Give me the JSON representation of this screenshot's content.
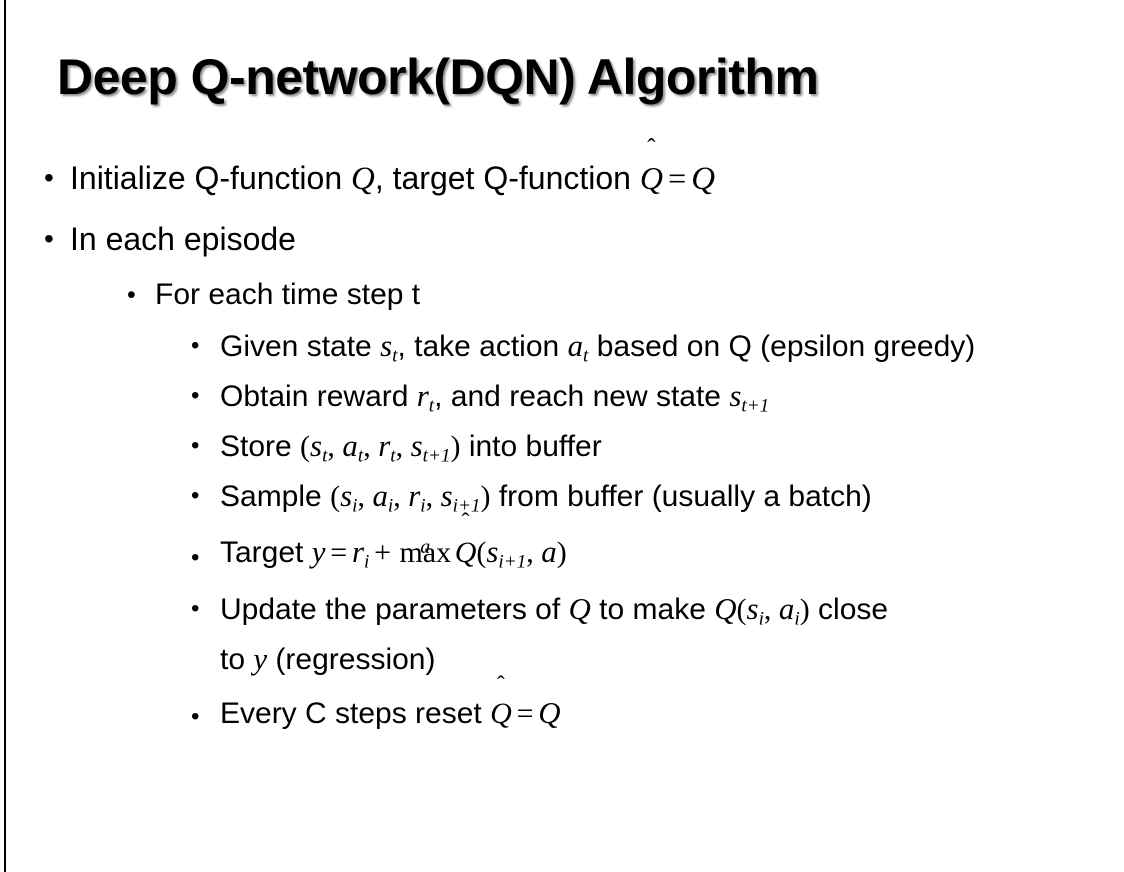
{
  "slide": {
    "title": "Deep Q-network(DQN) Algorithm",
    "bullet_glyph": "•",
    "background_color": "#ffffff",
    "text_color": "#000000",
    "border_color": "#000000",
    "items": [
      {
        "level": 1,
        "name": "bullet-initialize",
        "plain_text": "Initialize Q-function Q, target Q-function Q̂ = Q",
        "segments": {
          "t1": "Initialize Q-function ",
          "m1": "Q",
          "t2": ", target Q-function ",
          "hat": "̂",
          "m2": "Q",
          "eq": "=",
          "m3": "Q"
        }
      },
      {
        "level": 1,
        "name": "bullet-in-each-episode",
        "plain_text": "In each episode",
        "segments": {
          "t1": "In each episode"
        }
      },
      {
        "level": 2,
        "name": "bullet-for-each-time-step",
        "plain_text": "For each time step t",
        "segments": {
          "t1": "For each time step t"
        }
      },
      {
        "level": 3,
        "name": "bullet-given-state",
        "plain_text": "Given state s_t, take action a_t based on Q (epsilon greedy)",
        "segments": {
          "t1": "Given state ",
          "m1": "s",
          "sub1": "t",
          "t2": ", take action ",
          "m2": "a",
          "sub2": "t",
          "t3": " based on Q (epsilon greedy)"
        }
      },
      {
        "level": 3,
        "name": "bullet-obtain-reward",
        "plain_text": "Obtain reward r_t, and reach new state s_t+1",
        "segments": {
          "t1": "Obtain reward ",
          "m1": "r",
          "sub1": "t",
          "t2": ", and reach new state ",
          "m2": "s",
          "sub2": "t+1"
        }
      },
      {
        "level": 3,
        "name": "bullet-store-buffer",
        "plain_text": "Store (s_t, a_t, r_t, s_t+1) into buffer",
        "segments": {
          "t1": "Store ",
          "open": "(",
          "m1": "s",
          "sub1": "t",
          "m2": "a",
          "sub2": "t",
          "m3": "r",
          "sub3": "t",
          "m4": "s",
          "sub4": "t+1",
          "close": ")",
          "t2": " into buffer"
        }
      },
      {
        "level": 3,
        "name": "bullet-sample-buffer",
        "plain_text": "Sample (s_i, a_i, r_i, s_i+1) from buffer (usually a batch)",
        "segments": {
          "t1": "Sample ",
          "open": "(",
          "m1": "s",
          "sub1": "i",
          "m2": "a",
          "sub2": "i",
          "m3": "r",
          "sub3": "i",
          "m4": "s",
          "sub4": "i+1",
          "close": ")",
          "t2": " from buffer (usually a batch)"
        }
      },
      {
        "level": 3,
        "name": "bullet-target",
        "plain_text": "Target y = r_i + max_a Q̂(s_i+1, a)",
        "segments": {
          "t1": "Target ",
          "my": "y",
          "eq": "=",
          "mr": "r",
          "subr": "i",
          "plus": "+",
          "max": "max",
          "maxlim": "a",
          "hat": "̂",
          "mq": "Q",
          "open": "(",
          "ms": "s",
          "subs": "i+1",
          "comma": ", ",
          "ma": "a",
          "close": ")"
        }
      },
      {
        "level": 3,
        "name": "bullet-update-parameters",
        "plain_text": "Update the parameters of Q to make Q(s_i, a_i) close to y (regression)",
        "segments": {
          "t1": "Update the parameters of ",
          "m1": "Q",
          "t2": " to make ",
          "m2": "Q",
          "open": "(",
          "ms": "s",
          "subs": "i",
          "comma": ", ",
          "ma": "a",
          "suba": "i",
          "close": ")",
          "t3": " close to ",
          "my": "y",
          "t4": " (regression)"
        }
      },
      {
        "level": 3,
        "name": "bullet-reset-target",
        "plain_text": "Every C steps reset Q̂ = Q",
        "segments": {
          "t1": "Every C steps reset ",
          "hat": "̂",
          "m1": "Q",
          "eq": "=",
          "m2": "Q"
        }
      }
    ]
  }
}
